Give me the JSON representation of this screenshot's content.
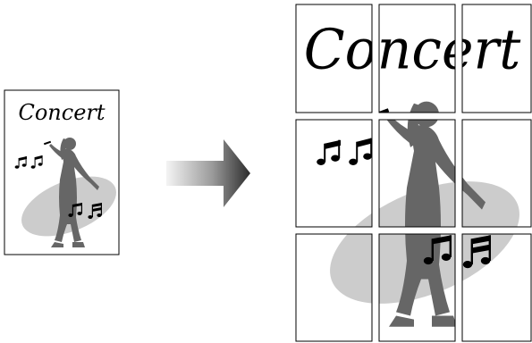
{
  "diagram": {
    "description_visible": false,
    "original_page": {
      "title": "Concert"
    },
    "poster_output": {
      "title": "Concert",
      "grid": {
        "rows": 3,
        "cols": 3
      }
    },
    "colors": {
      "silhouette": "#666666",
      "ellipse": "#cccccc",
      "tile_border": "#000000",
      "arrow_dark": "#2b2b2b",
      "arrow_light": "#f2f2f2"
    },
    "icons": [
      "singer-silhouette",
      "music-notes",
      "arrow-right",
      "tile-grid"
    ]
  }
}
